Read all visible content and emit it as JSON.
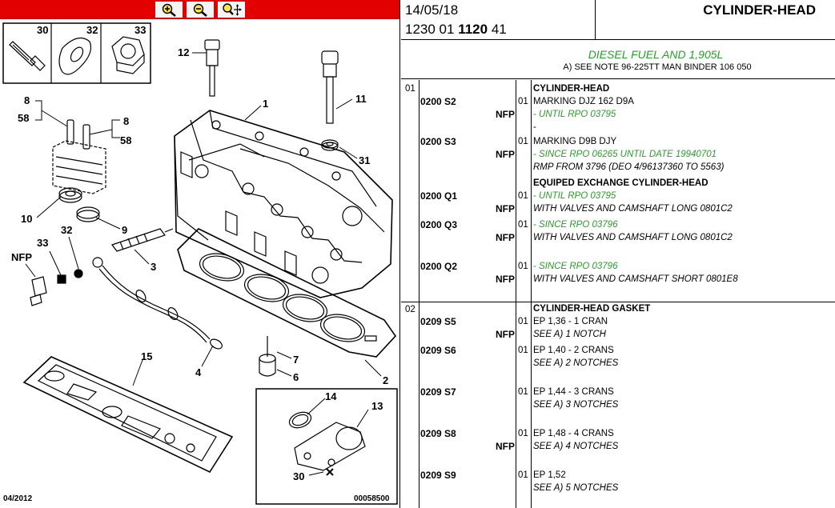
{
  "diagram": {
    "zoom_in_label": "zoom-in",
    "zoom_out_label": "zoom-out",
    "zoom_pan_label": "zoom-pan",
    "footer_date": "04/2012",
    "footer_ref": "00058500",
    "part_labels": {
      "p30": "30",
      "p32": "32",
      "p33": "33",
      "p12": "12",
      "p1": "1",
      "p11": "11",
      "p31": "31",
      "p8a": "8",
      "p58a": "58",
      "p8b": "8",
      "p58b": "58",
      "p10": "10",
      "p9": "9",
      "p3": "3",
      "pNFP": "NFP",
      "p33b": "33",
      "p32b": "32",
      "p4": "4",
      "p15": "15",
      "p7": "7",
      "p6": "6",
      "p2": "2",
      "p14": "14",
      "p13": "13",
      "p30b": "30"
    }
  },
  "header": {
    "date": "14/05/18",
    "ref_prefix": "1230 01",
    "ref_bold": "1120",
    "ref_suffix": "41",
    "title": "CYLINDER-HEAD"
  },
  "subheader": {
    "main": "DIESEL FUEL AND 1,905L",
    "note": "A) SEE NOTE 96-225TT MAN BINDER 106 050"
  },
  "groups": [
    {
      "index": "01",
      "title": "CYLINDER-HEAD",
      "parts": [
        {
          "code": "0200 S2",
          "nfp": "NFP",
          "qty": "01",
          "lines": [
            "MARKING DJZ 162 D9A",
            "- UNTIL RPO 03795",
            "-"
          ]
        },
        {
          "code": "0200 S3",
          "nfp": "NFP",
          "qty": "01",
          "lines": [
            "MARKING D9B DJY",
            "- SINCE RPO 06265 UNTIL DATE 19940701",
            "RMP FROM 3796 (DEO 4/96137360 TO 5563)"
          ]
        }
      ],
      "subtitle": "EQUIPED EXCHANGE CYLINDER-HEAD",
      "parts2": [
        {
          "code": "0200 Q1",
          "nfp": "NFP",
          "qty": "01",
          "lines": [
            "- UNTIL RPO 03795",
            "WITH VALVES AND CAMSHAFT LONG 0801C2"
          ]
        },
        {
          "code": "0200 Q3",
          "nfp": "NFP",
          "qty": "01",
          "lines": [
            "- SINCE RPO 03796",
            "WITH VALVES AND CAMSHAFT LONG 0801C2"
          ]
        },
        {
          "code": "0200 Q2",
          "nfp": "NFP",
          "qty": "01",
          "lines": [
            "- SINCE RPO 03796",
            "WITH VALVES AND CAMSHAFT SHORT 0801E8"
          ]
        }
      ]
    },
    {
      "index": "02",
      "title": "CYLINDER-HEAD GASKET",
      "parts": [
        {
          "code": "0209 S5",
          "nfp": "NFP",
          "qty": "01",
          "lines": [
            "EP 1,36 - 1 CRAN",
            "SEE A) 1 NOTCH"
          ]
        },
        {
          "code": "0209 S6",
          "nfp": "",
          "qty": "01",
          "lines": [
            "EP 1,40 - 2 CRANS",
            "SEE A) 2 NOTCHES"
          ]
        },
        {
          "code": "0209 S7",
          "nfp": "",
          "qty": "01",
          "lines": [
            "EP 1,44 - 3 CRANS",
            "SEE A) 3 NOTCHES"
          ]
        },
        {
          "code": "0209 S8",
          "nfp": "NFP",
          "qty": "01",
          "lines": [
            "EP 1,48 - 4 CRANS",
            "SEE A) 4 NOTCHES"
          ]
        },
        {
          "code": "0209 S9",
          "nfp": "",
          "qty": "01",
          "lines": [
            "EP 1,52",
            "SEE A) 5 NOTCHES"
          ]
        }
      ]
    }
  ],
  "colors": {
    "toolbar": "#e20000",
    "note_green": "#2a9d2a"
  }
}
